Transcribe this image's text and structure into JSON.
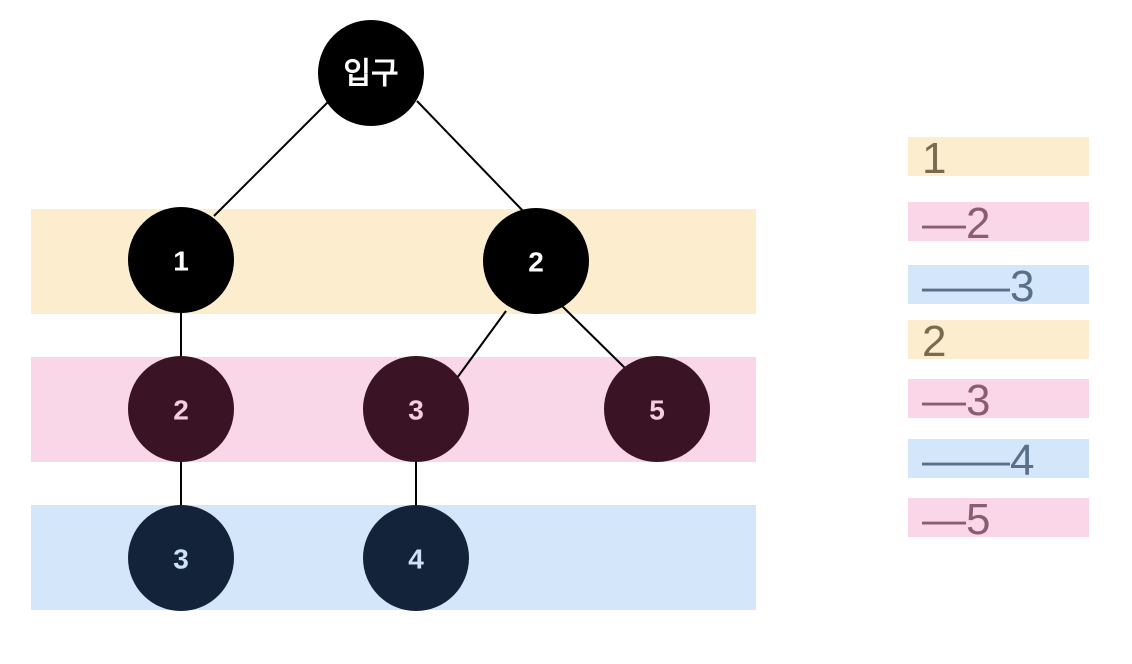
{
  "colors": {
    "level1_band": "#fcedcf",
    "level2_band": "#f9d6e8",
    "level3_band": "#d3e6fa",
    "root_node": "#000000",
    "level1_node": "#000000",
    "level2_node": "#3a1325",
    "level3_node": "#12233a",
    "edge": "#000000",
    "level1_text": "#7a6a50",
    "level2_text": "#8a5d74",
    "level3_text": "#5a7088"
  },
  "tree": {
    "root": {
      "label": "입구"
    },
    "level1": [
      {
        "label": "1"
      },
      {
        "label": "2"
      }
    ],
    "level2": [
      {
        "label": "2"
      },
      {
        "label": "3"
      },
      {
        "label": "5"
      }
    ],
    "level3": [
      {
        "label": "3"
      },
      {
        "label": "4"
      }
    ]
  },
  "legend": [
    {
      "text": "1",
      "level": 1
    },
    {
      "text": "—2",
      "level": 2
    },
    {
      "text": "——3",
      "level": 3
    },
    {
      "text": "2",
      "level": 1
    },
    {
      "text": "—3",
      "level": 2
    },
    {
      "text": "——4",
      "level": 3
    },
    {
      "text": "—5",
      "level": 2
    }
  ]
}
